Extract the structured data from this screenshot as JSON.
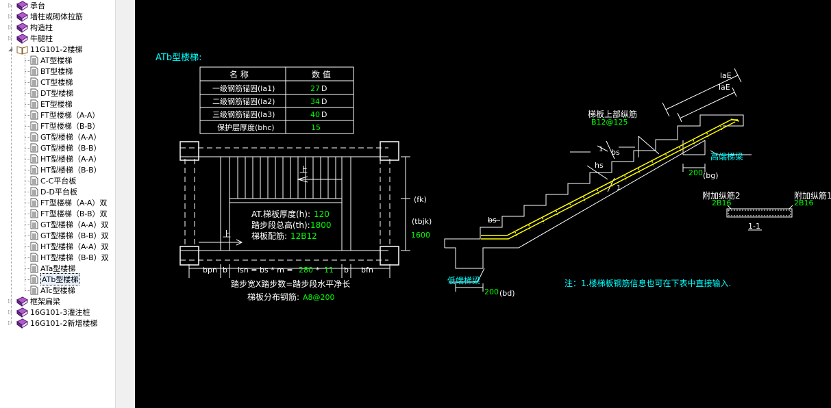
{
  "tree": {
    "items": [
      {
        "label": "承台",
        "kind": "book",
        "toggle": "▷"
      },
      {
        "label": "墙柱或砌体拉筋",
        "kind": "book",
        "toggle": "▷"
      },
      {
        "label": "构造柱",
        "kind": "book",
        "toggle": "▷"
      },
      {
        "label": "牛腿柱",
        "kind": "book",
        "toggle": "▷"
      },
      {
        "label": "11G101-2楼梯",
        "kind": "open-book",
        "toggle": "◢"
      },
      {
        "label": "AT型楼梯",
        "kind": "page"
      },
      {
        "label": "BT型楼梯",
        "kind": "page"
      },
      {
        "label": "CT型楼梯",
        "kind": "page"
      },
      {
        "label": "DT型楼梯",
        "kind": "page"
      },
      {
        "label": "ET型楼梯",
        "kind": "page"
      },
      {
        "label": "FT型楼梯（A-A）",
        "kind": "page"
      },
      {
        "label": "FT型楼梯（B-B）",
        "kind": "page"
      },
      {
        "label": "GT型楼梯（A-A）",
        "kind": "page"
      },
      {
        "label": "GT型楼梯（B-B）",
        "kind": "page"
      },
      {
        "label": "HT型楼梯（A-A）",
        "kind": "page"
      },
      {
        "label": "HT型楼梯（B-B）",
        "kind": "page"
      },
      {
        "label": "C-C平台板",
        "kind": "page"
      },
      {
        "label": "D-D平台板",
        "kind": "page"
      },
      {
        "label": "FT型楼梯（A-A）双",
        "kind": "page"
      },
      {
        "label": "FT型楼梯（B-B）双",
        "kind": "page"
      },
      {
        "label": "GT型楼梯（A-A）双",
        "kind": "page"
      },
      {
        "label": "GT型楼梯（B-B）双",
        "kind": "page"
      },
      {
        "label": "HT型楼梯（A-A）双",
        "kind": "page"
      },
      {
        "label": "HT型楼梯（B-B）双",
        "kind": "page"
      },
      {
        "label": "ATa型楼梯",
        "kind": "page"
      },
      {
        "label": "ATb型楼梯",
        "kind": "page",
        "selected": true
      },
      {
        "label": "ATc型楼梯",
        "kind": "page"
      },
      {
        "label": "框架扁梁",
        "kind": "book",
        "toggle": "▷"
      },
      {
        "label": "16G101-3灌注桩",
        "kind": "book",
        "toggle": "▷"
      },
      {
        "label": "16G101-2新增楼梯",
        "kind": "book",
        "toggle": "▷"
      }
    ]
  },
  "drawing": {
    "title": "ATb型楼梯:",
    "table": {
      "headers": [
        "名 称",
        "数 值"
      ],
      "rows": [
        {
          "name": "一级钢筋锚固(la1)",
          "value": "27",
          "unit": "D"
        },
        {
          "name": "二级钢筋锚固(la2)",
          "value": "34",
          "unit": "D"
        },
        {
          "name": "三级钢筋锚固(la3)",
          "value": "40",
          "unit": "D"
        },
        {
          "name": "保护层厚度(bhc)",
          "value": "15",
          "unit": ""
        }
      ]
    },
    "plan": {
      "up_label_1": "上",
      "up_label_2": "上",
      "thickness_label": "AT.梯板厚度(h):",
      "thickness_value": "120",
      "height_label": "踏步段总高(th):",
      "height_value": "1800",
      "rebar_label": "梯板配筋:",
      "rebar_value": "12B12",
      "fk_label": "(fk)",
      "tbjk_label": "(tbjk)",
      "tbjk_value": "1600",
      "dim_bpn": "bpn",
      "dim_b_left": "b",
      "dim_lsn": "lsn = bs * m =",
      "dim_lsn_bs": "280",
      "dim_lsn_star": "*",
      "dim_lsn_m": "11",
      "dim_b_right": "b",
      "dim_bfn": "bfn",
      "caption": "踏步宽X踏步数=踏步段水平净长",
      "dist_label": "梯板分布钢筋:",
      "dist_value": "A8@200"
    },
    "section": {
      "upper_rebar_label": "梯板上部纵筋",
      "upper_rebar_value": "B12@125",
      "laE_1": "laE",
      "laE_2": "laE",
      "high_beam": "高端梯梁",
      "bg_value": "200",
      "bg_label": "(bg)",
      "low_beam": "低端梯梁",
      "bd_value": "200",
      "bd_label": "(bd)",
      "bs_1": "bs",
      "bs_2": "bs",
      "hs": "hs",
      "one_a": "1",
      "one_b": "1"
    },
    "detail": {
      "add_rebar_2": "附加纵筋2",
      "add_rebar_2_value": "2B16",
      "add_rebar_1": "附加纵筋1",
      "add_rebar_1_value": "2B16",
      "section_mark": "1-1"
    },
    "note": "注：1.楼梯板钢筋信息也可在下表中直接输入."
  },
  "colors": {
    "canvas_bg": "#000000",
    "cad_white": "#ffffff",
    "cad_green": "#00ff00",
    "cad_cyan": "#00ffff",
    "cad_yellow": "#ffff00"
  }
}
